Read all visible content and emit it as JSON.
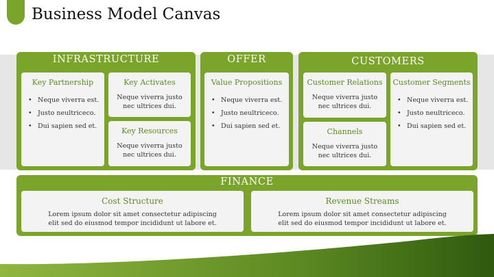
{
  "slide": {
    "title": "Business Model Canvas"
  },
  "infrastructure": {
    "heading": "INFRASTRUCTURE",
    "key_partnership": {
      "title": "Key Partnership",
      "items": [
        "Neque viverra est.",
        "Justo neultriceco.",
        "Dui sapien sed et."
      ]
    },
    "key_activates": {
      "title": "Key Activates",
      "text": "Neque viverra justo nec ultrices dui."
    },
    "key_resources": {
      "title": "Key Resources",
      "text": "Neque viverra justo nec ultrices dui."
    }
  },
  "offer": {
    "heading": "OFFER",
    "value_propositions": {
      "title": "Value Propositions",
      "items": [
        "Neque viverra est.",
        "Justo neultriceco.",
        "Dui sapien sed et."
      ]
    }
  },
  "customers": {
    "heading": "CUSTOMERS",
    "customer_relations": {
      "title": "Customer Relations",
      "text": "Neque viverra justo nec ultrices dui."
    },
    "channels": {
      "title": "Channels",
      "text": "Neque viverra justo nec ultrices dui."
    },
    "customer_segments": {
      "title": "Customer Segments",
      "items": [
        "Neque viverra est.",
        "Justo neultriceco.",
        "Dui sapien sed et."
      ]
    }
  },
  "finance": {
    "heading": "FINANCE",
    "cost_structure": {
      "title": "Cost Structure",
      "text": "Lorem ipsum dolor sit amet consectetur adipiscing elit sed do eiusmod tempor incididunt ut labore et."
    },
    "revenue_streams": {
      "title": "Revenue Streams",
      "text": "Lorem ipsum dolor sit amet consectetur adipiscing elit sed do eiusmod tempor incididunt ut labore et."
    }
  },
  "colors": {
    "accent_green": "#7aa42a",
    "dark_green": "#2f5a0f",
    "title_green": "#5b8a1e",
    "card_bg": "#f3f3f3",
    "band_gray": "#e6e6e6"
  }
}
